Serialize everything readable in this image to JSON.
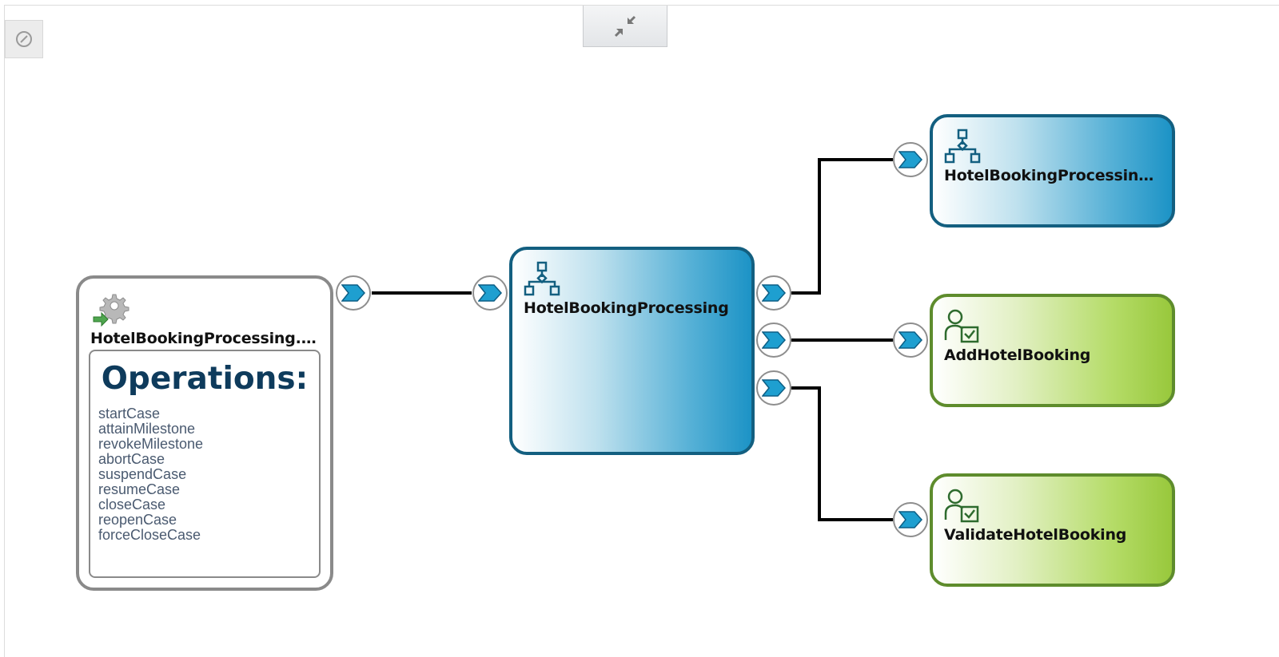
{
  "canvas": {
    "overview_icon": "compass-icon",
    "collapse_icon": "collapse-arrows-icon"
  },
  "service": {
    "title": "HotelBookingProcessing.ser...",
    "icon": "gear-arrow-icon",
    "operations_heading": "Operations:",
    "operations": [
      "startCase",
      "attainMilestone",
      "revokeMilestone",
      "abortCase",
      "suspendCase",
      "resumeCase",
      "closeCase",
      "reopenCase",
      "forceCloseCase"
    ],
    "border_color": "#8a8a8a"
  },
  "main_component": {
    "title": "HotelBookingProcessing",
    "icon": "process-hierarchy-icon",
    "color": "#1c93c6"
  },
  "references": [
    {
      "title": "HotelBookingProcessingR...",
      "icon": "process-hierarchy-icon",
      "color": "#1c93c6"
    },
    {
      "title": "AddHotelBooking",
      "icon": "human-task-icon",
      "color": "#98c83c"
    },
    {
      "title": "ValidateHotelBooking",
      "icon": "human-task-icon",
      "color": "#98c83c"
    }
  ],
  "colors": {
    "port_chevron": "#1e9fd0",
    "wire": "#000000"
  }
}
